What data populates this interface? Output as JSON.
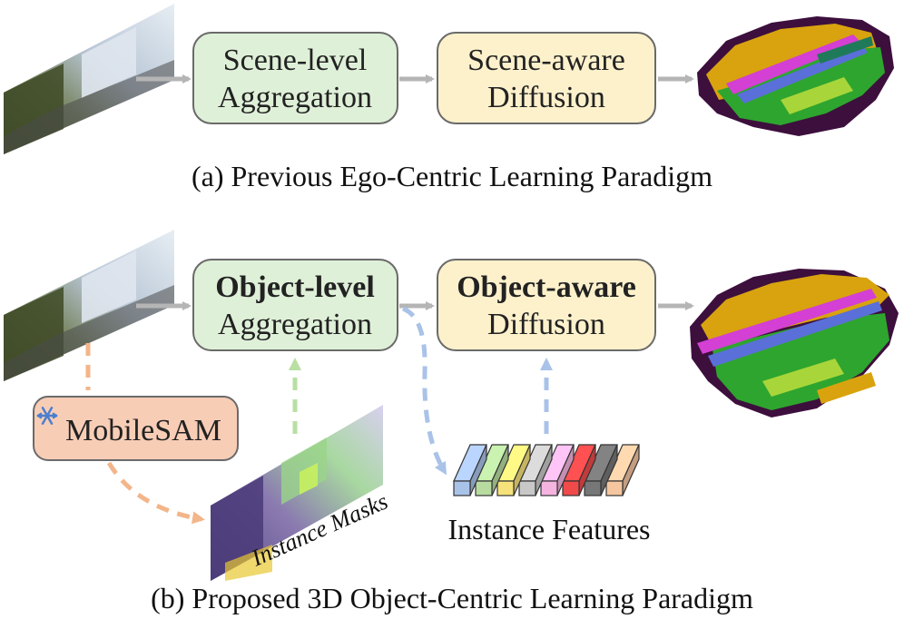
{
  "panel_a": {
    "box1": {
      "line1": "Scene-level",
      "line2": "Aggregation"
    },
    "box2": {
      "line1": "Scene-aware",
      "line2": "Diffusion"
    },
    "caption": "(a) Previous Ego-Centric Learning Paradigm"
  },
  "panel_b": {
    "box1": {
      "line1": "Object-level",
      "line2": "Aggregation"
    },
    "box2": {
      "line1": "Object-aware",
      "line2": "Diffusion"
    },
    "sam": {
      "label": "MobileSAM",
      "icon": "snowflake-icon"
    },
    "masks_label": "Instance Masks",
    "features_label": "Instance Features",
    "caption": "(b) Proposed 3D Object-Centric Learning Paradigm"
  },
  "colors": {
    "green_box": "#dff0d8",
    "yellow_box": "#fdf1cc",
    "sam_box": "#f8cdb6",
    "arrow_gray": "#b5b5b5",
    "dash_orange": "#f3b58a",
    "dash_green": "#b9dfa3",
    "dash_blue": "#a9c2e8"
  },
  "feature_colors": [
    "#a9c2e8",
    "#b8dca0",
    "#f6e27a",
    "#c8c8c8",
    "#f5b3e0",
    "#f04a4a",
    "#777777",
    "#f5c6a0"
  ]
}
